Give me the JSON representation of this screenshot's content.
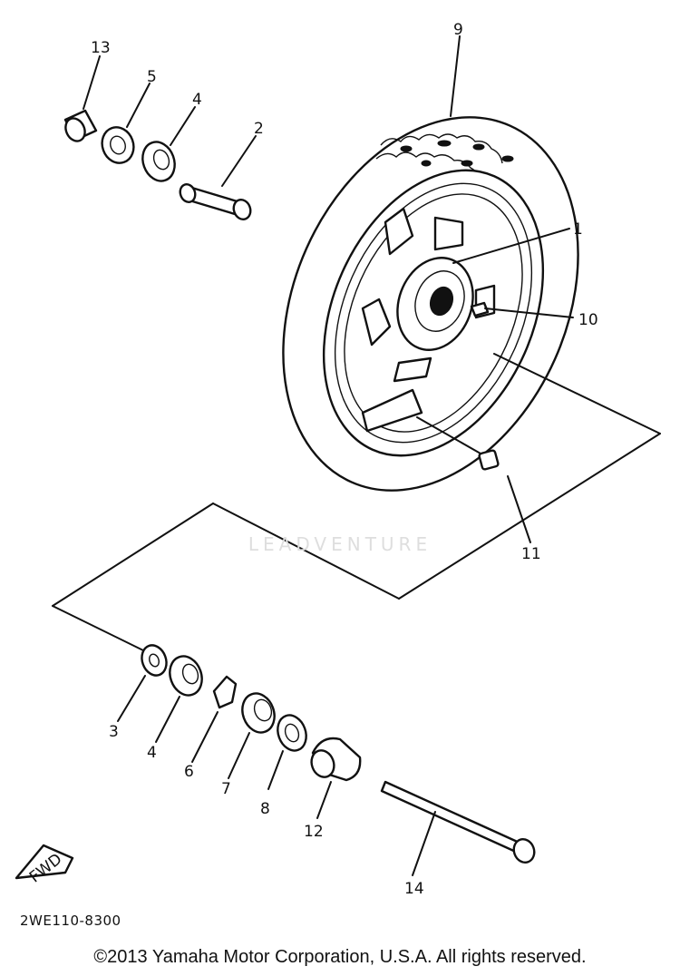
{
  "diagram": {
    "part_labels": {
      "p1": "1",
      "p2": "2",
      "p3": "3",
      "p4a": "4",
      "p4b": "4",
      "p5": "5",
      "p6": "6",
      "p7": "7",
      "p8": "8",
      "p9": "9",
      "p10": "10",
      "p11": "11",
      "p12": "12",
      "p13": "13",
      "p14": "14"
    },
    "front_arrow_label": "FWD",
    "diagram_code": "2WE110-8300",
    "watermark": "LEADVENTURE",
    "copyright": "©2013 Yamaha Motor Corporation, U.S.A. All rights reserved."
  }
}
